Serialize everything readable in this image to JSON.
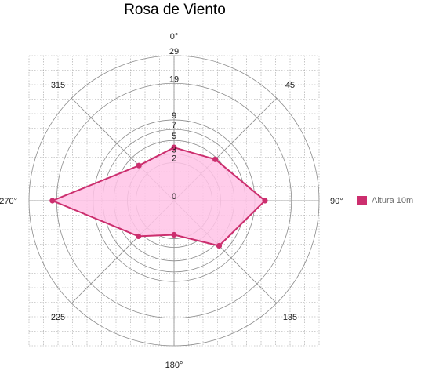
{
  "chart_data": {
    "type": "radar",
    "title": "Rosa de Viento",
    "direction_labels": [
      "0°",
      "45",
      "90°",
      "135",
      "180°",
      "225",
      "270°",
      "315"
    ],
    "radial_ticks": [
      0,
      2,
      3,
      5,
      7,
      9,
      19,
      29
    ],
    "series": [
      {
        "name": "Altura 10m",
        "color": "#cc2e6e",
        "fill": "#ffc3e6",
        "values": [
          3.9,
          4.7,
          11.4,
          5.6,
          1.6,
          3.5,
          20.4,
          3.4
        ]
      }
    ],
    "grid": true,
    "legend_position": "right"
  }
}
